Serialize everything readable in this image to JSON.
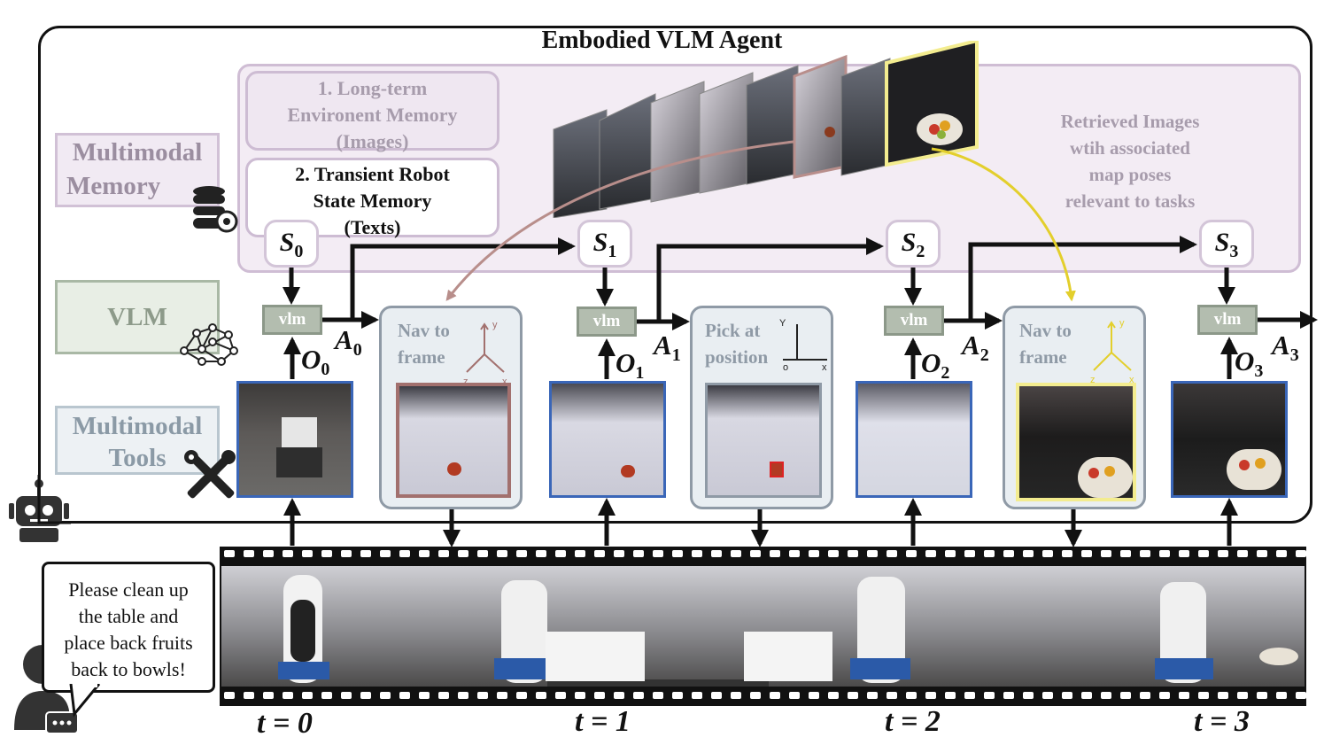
{
  "agent_title": "Embodied VLM Agent",
  "side_labels": {
    "memory": [
      "Multimodal",
      "Memory"
    ],
    "vlm": "VLM",
    "tools": [
      "Multimodal",
      "Tools"
    ]
  },
  "memory": {
    "longterm": [
      "1. Long-term",
      "Environent Memory",
      "(Images)"
    ],
    "transient": [
      "2. Transient Robot",
      "State Memory",
      "(Texts)"
    ],
    "retrieved": [
      "Retrieved Images",
      "wtih associated",
      "map poses",
      "relevant to tasks"
    ]
  },
  "steps": [
    {
      "s_label": "S",
      "s_sub": "0",
      "vlm_label": "vlm",
      "o_label": "O",
      "o_sub": "0",
      "a_label": "A",
      "a_sub": "0",
      "time": "t = 0"
    },
    {
      "s_label": "S",
      "s_sub": "1",
      "vlm_label": "vlm",
      "o_label": "O",
      "o_sub": "1",
      "a_label": "A",
      "a_sub": "1",
      "time": "t = 1"
    },
    {
      "s_label": "S",
      "s_sub": "2",
      "vlm_label": "vlm",
      "o_label": "O",
      "o_sub": "2",
      "a_label": "A",
      "a_sub": "2",
      "time": "t = 2"
    },
    {
      "s_label": "S",
      "s_sub": "3",
      "vlm_label": "vlm",
      "o_label": "O",
      "o_sub": "3",
      "a_label": "A",
      "a_sub": "3",
      "time": "t = 3"
    }
  ],
  "skills": [
    {
      "label": [
        "Nav to",
        "frame"
      ],
      "frame_color": "#a2706e",
      "axis_labels": [
        "y",
        "z",
        "x"
      ]
    },
    {
      "label": [
        "Pick at",
        "position"
      ],
      "frame_color": "#8f9aa6",
      "axis_labels": [
        "Y",
        "o",
        "x"
      ]
    },
    {
      "label": [
        "Nav to",
        "frame"
      ],
      "frame_color": "#f0e68c",
      "axis_labels": [
        "y",
        "z",
        "x"
      ]
    }
  ],
  "instruction": [
    "Please clean up",
    "the table and",
    "place back fruits",
    "back to bowls!"
  ],
  "colors": {
    "memory_arrow": "#b88e8b",
    "retrieved_arrow": "#e3cf2c",
    "retrieved_frame": "#f3ec8f",
    "obs_border": "#3a66b8"
  },
  "icons": [
    "database-icon",
    "neural-network-icon",
    "tools-icon",
    "robot-icon",
    "user-chat-icon"
  ]
}
